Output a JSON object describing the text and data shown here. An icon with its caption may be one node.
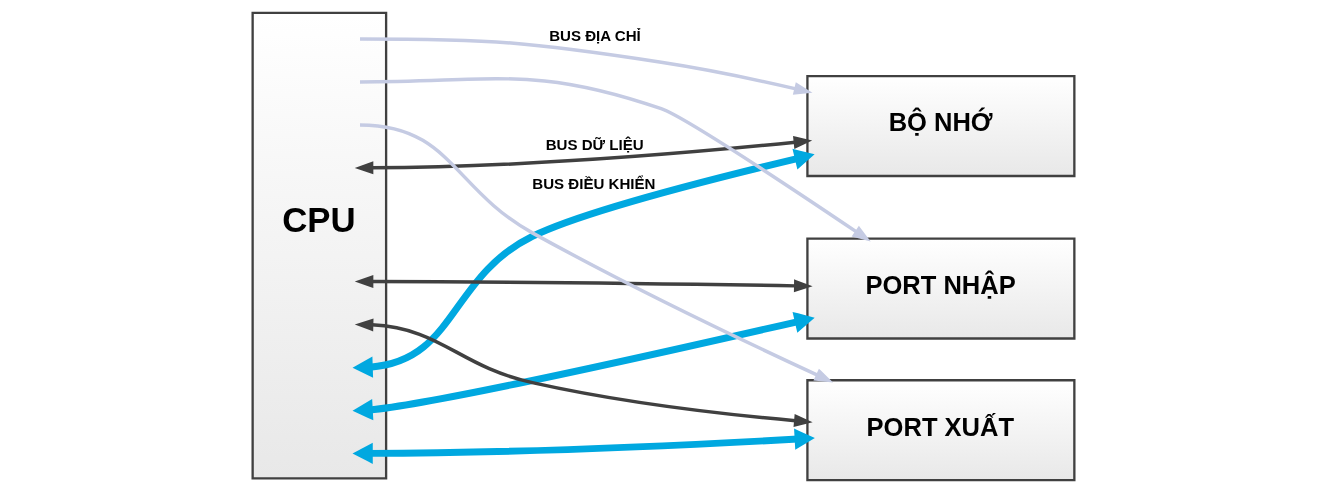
{
  "diagram": {
    "nodes": [
      {
        "text": [
          "CPU"
        ]
      },
      {
        "text": [
          "BỘ NHỚ"
        ]
      },
      {
        "text": [
          "PORT NHẬP"
        ]
      },
      {
        "text": [
          "PORT XUẤT"
        ]
      }
    ],
    "edges": [
      {
        "from": 0,
        "to": 1,
        "arrow": "to",
        "label": "BUS ĐỊA CHỈ",
        "color": "#c5cbe3"
      },
      {
        "from": 0,
        "to": 2,
        "arrow": "to",
        "color": "#c5cbe3"
      },
      {
        "from": 0,
        "to": 3,
        "arrow": "to",
        "color": "#c5cbe3"
      },
      {
        "from": 0,
        "to": 1,
        "arrow": "both",
        "label": "BUS DỮ LIỆU",
        "color": "#404040"
      },
      {
        "from": 0,
        "to": 2,
        "arrow": "both",
        "color": "#404040"
      },
      {
        "from": 0,
        "to": 3,
        "arrow": "both",
        "color": "#404040"
      },
      {
        "from": 0,
        "to": 1,
        "arrow": "both",
        "label": "BUS ĐIỀU KHIỂN",
        "style": "thick",
        "color": "#00a8e0"
      },
      {
        "from": 0,
        "to": 2,
        "arrow": "both",
        "style": "thick",
        "color": "#00a8e0"
      },
      {
        "from": 0,
        "to": 3,
        "arrow": "both",
        "style": "thick",
        "color": "#00a8e0"
      }
    ]
  }
}
